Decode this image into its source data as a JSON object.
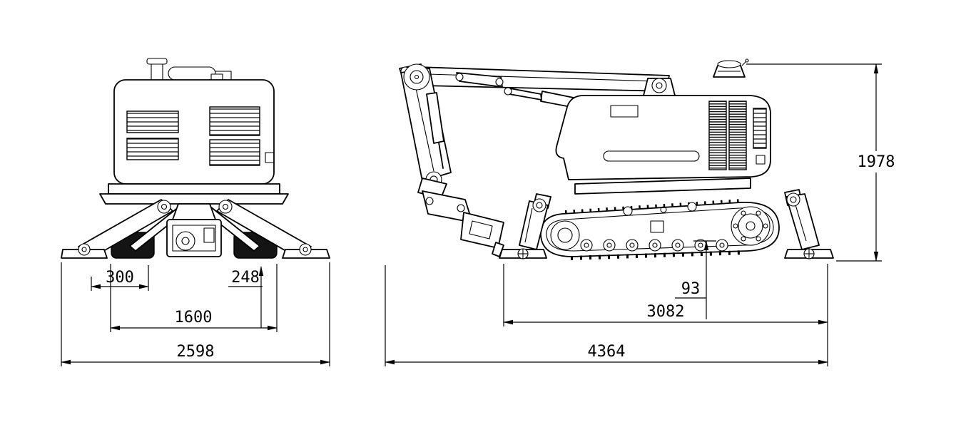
{
  "colors": {
    "background": "#ffffff",
    "line": "#000000"
  },
  "dimensions": {
    "front_offset": "300",
    "front_height_clearance": "248",
    "front_track_width": "1600",
    "front_overall_width": "2598",
    "side_ground_clearance": "93",
    "side_track_length": "3082",
    "side_overall_length": "4364",
    "side_overall_height": "1978"
  }
}
